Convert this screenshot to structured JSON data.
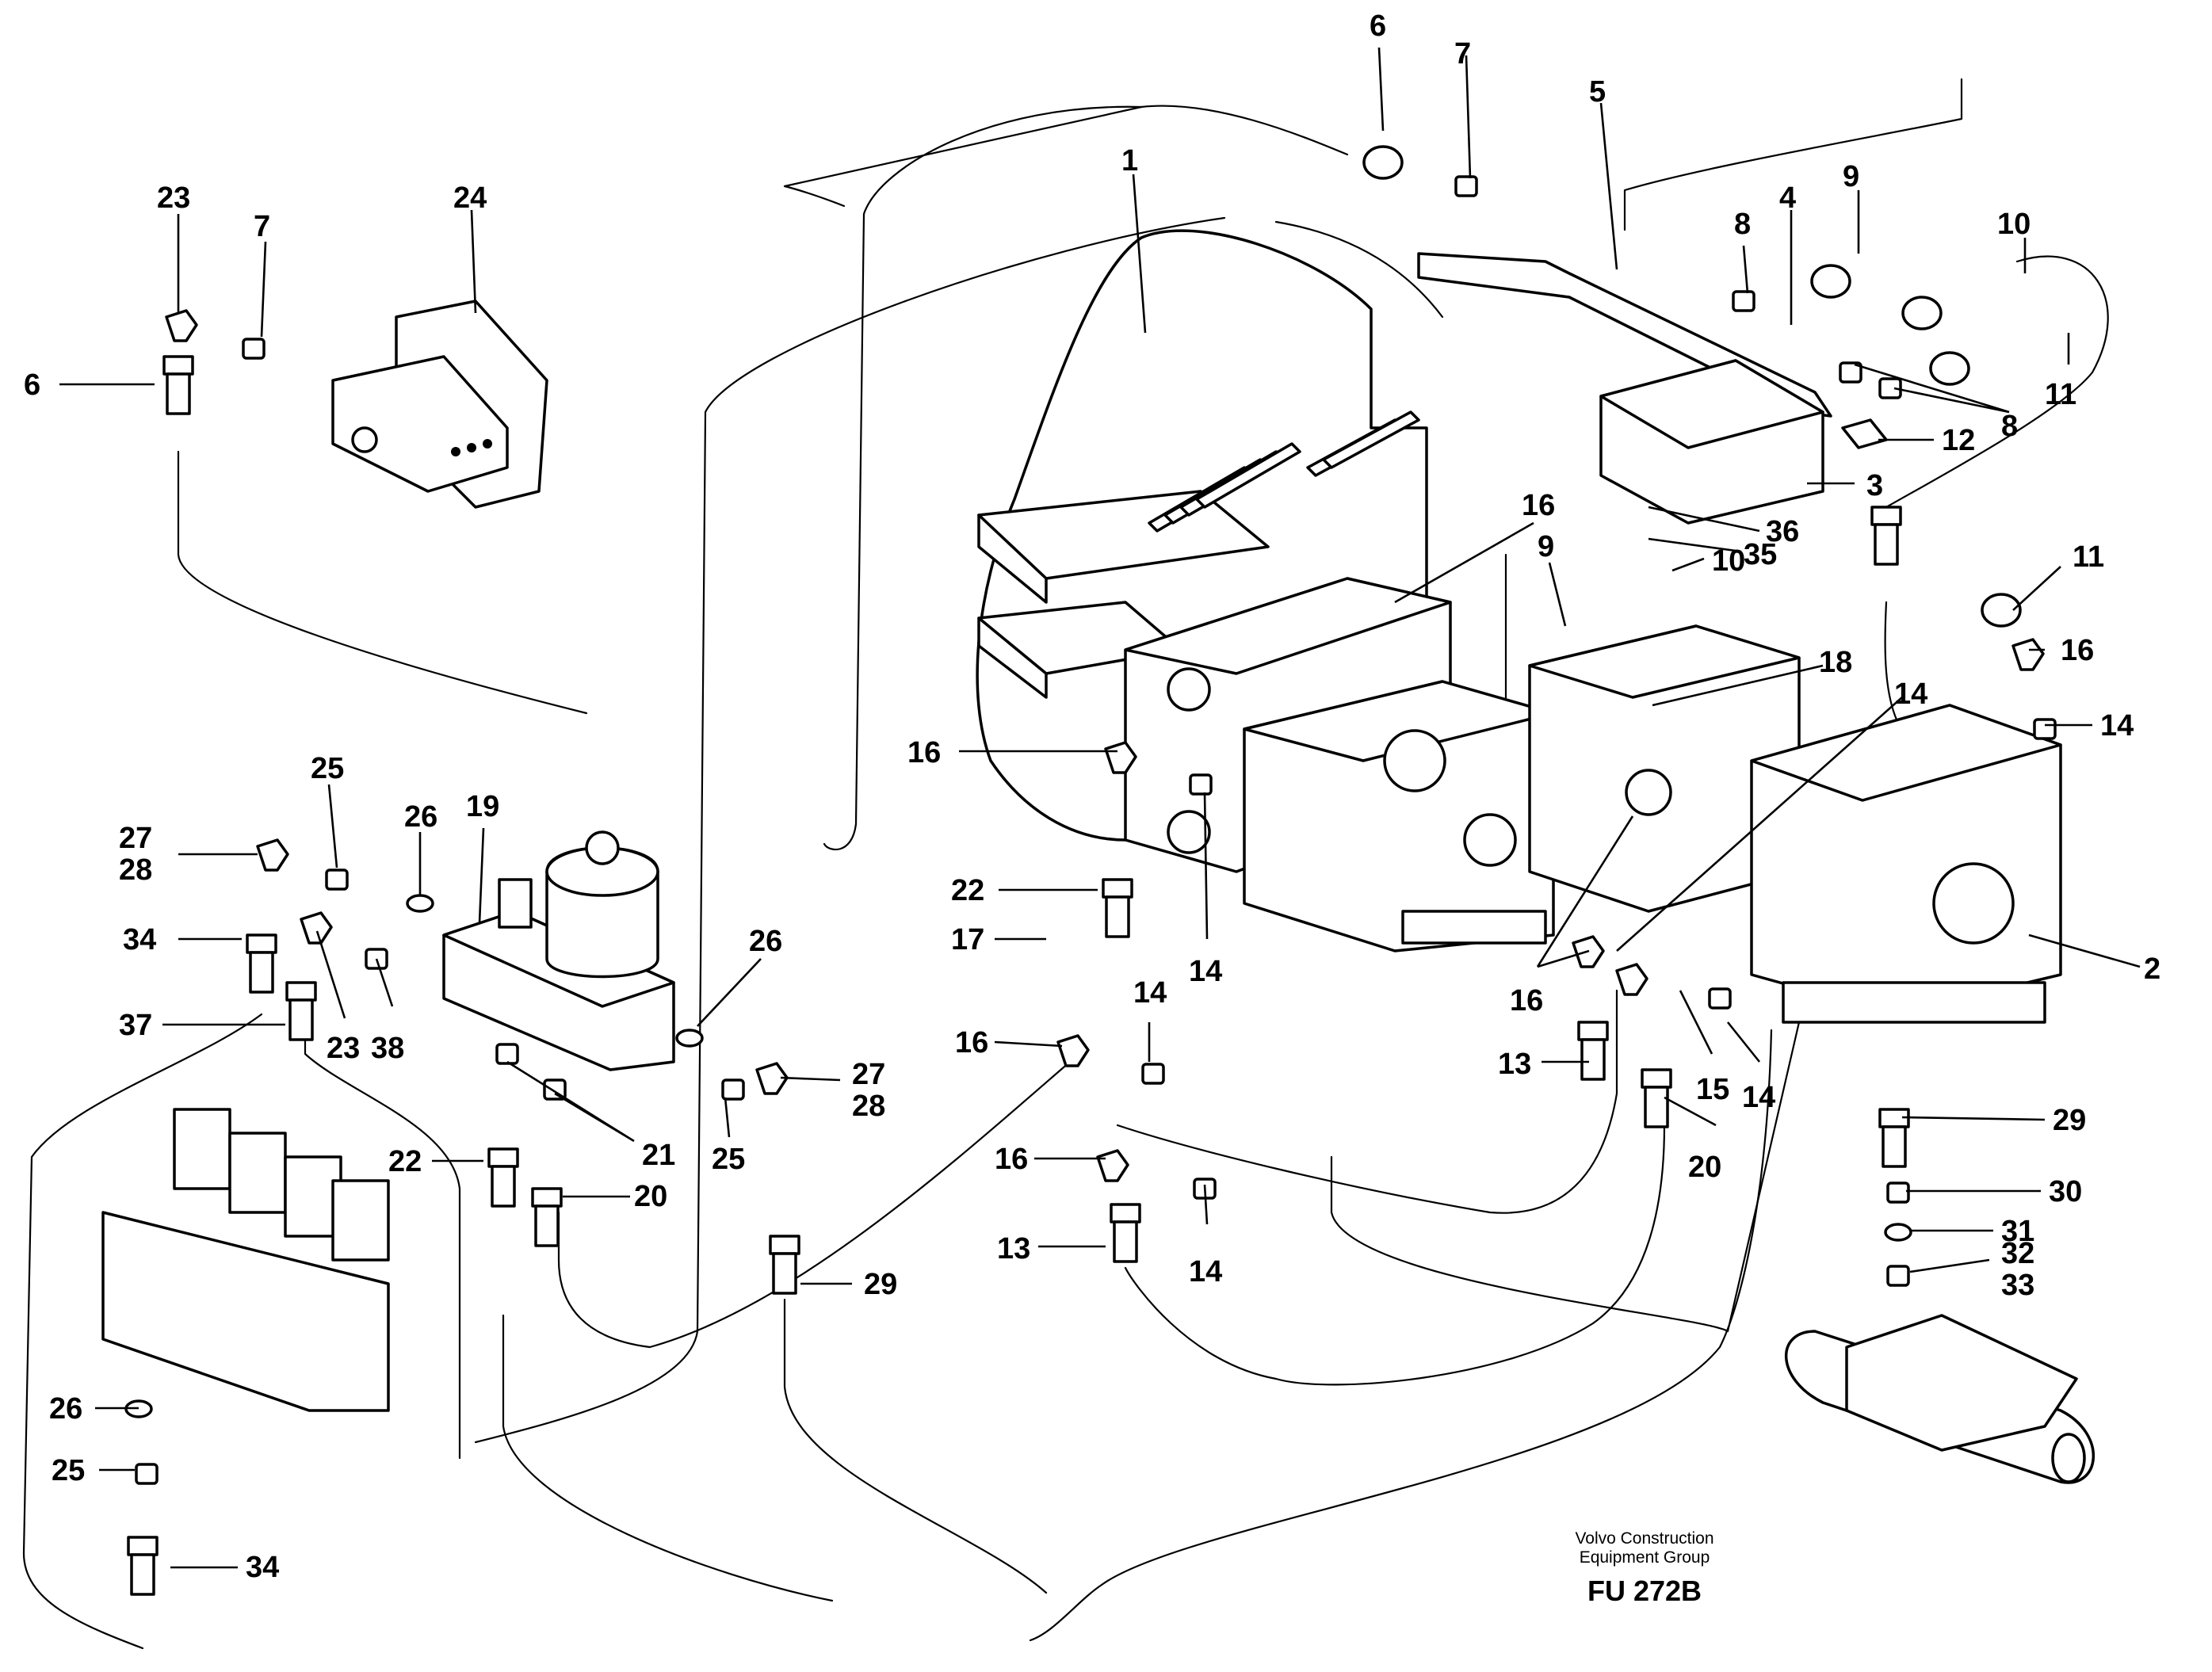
{
  "callouts": [
    {
      "id": "c1",
      "text": "1"
    },
    {
      "id": "c2",
      "text": "2"
    },
    {
      "id": "c3",
      "text": "3"
    },
    {
      "id": "c4",
      "text": "4"
    },
    {
      "id": "c5",
      "text": "5"
    },
    {
      "id": "c6a",
      "text": "6"
    },
    {
      "id": "c6b",
      "text": "6"
    },
    {
      "id": "c7a",
      "text": "7"
    },
    {
      "id": "c7b",
      "text": "7"
    },
    {
      "id": "c8a",
      "text": "8"
    },
    {
      "id": "c8b",
      "text": "8"
    },
    {
      "id": "c9a",
      "text": "9"
    },
    {
      "id": "c9b",
      "text": "9"
    },
    {
      "id": "c10a",
      "text": "10"
    },
    {
      "id": "c10b",
      "text": "10"
    },
    {
      "id": "c11a",
      "text": "11"
    },
    {
      "id": "c11b",
      "text": "11"
    },
    {
      "id": "c12",
      "text": "12"
    },
    {
      "id": "c13a",
      "text": "13"
    },
    {
      "id": "c13b",
      "text": "13"
    },
    {
      "id": "c14a",
      "text": "14"
    },
    {
      "id": "c14b",
      "text": "14"
    },
    {
      "id": "c14c",
      "text": "14"
    },
    {
      "id": "c14d",
      "text": "14"
    },
    {
      "id": "c14e",
      "text": "14"
    },
    {
      "id": "c14f",
      "text": "14"
    },
    {
      "id": "c15",
      "text": "15"
    },
    {
      "id": "c16a",
      "text": "16"
    },
    {
      "id": "c16b",
      "text": "16"
    },
    {
      "id": "c16c",
      "text": "16"
    },
    {
      "id": "c16d",
      "text": "16"
    },
    {
      "id": "c16e",
      "text": "16"
    },
    {
      "id": "c16f",
      "text": "16"
    },
    {
      "id": "c17",
      "text": "17"
    },
    {
      "id": "c18",
      "text": "18"
    },
    {
      "id": "c19",
      "text": "19"
    },
    {
      "id": "c20a",
      "text": "20"
    },
    {
      "id": "c20b",
      "text": "20"
    },
    {
      "id": "c21",
      "text": "21"
    },
    {
      "id": "c22a",
      "text": "22"
    },
    {
      "id": "c22b",
      "text": "22"
    },
    {
      "id": "c23a",
      "text": "23"
    },
    {
      "id": "c23b",
      "text": "23"
    },
    {
      "id": "c24",
      "text": "24"
    },
    {
      "id": "c25a",
      "text": "25"
    },
    {
      "id": "c25b",
      "text": "25"
    },
    {
      "id": "c25c",
      "text": "25"
    },
    {
      "id": "c26a",
      "text": "26"
    },
    {
      "id": "c26b",
      "text": "26"
    },
    {
      "id": "c26c",
      "text": "26"
    },
    {
      "id": "c27a",
      "text": "27"
    },
    {
      "id": "c27b",
      "text": "27"
    },
    {
      "id": "c28a",
      "text": "28"
    },
    {
      "id": "c28b",
      "text": "28"
    },
    {
      "id": "c29a",
      "text": "29"
    },
    {
      "id": "c29b",
      "text": "29"
    },
    {
      "id": "c30",
      "text": "30"
    },
    {
      "id": "c31",
      "text": "31"
    },
    {
      "id": "c32",
      "text": "32"
    },
    {
      "id": "c33",
      "text": "33"
    },
    {
      "id": "c34a",
      "text": "34"
    },
    {
      "id": "c34b",
      "text": "34"
    },
    {
      "id": "c35",
      "text": "35"
    },
    {
      "id": "c36",
      "text": "36"
    },
    {
      "id": "c37",
      "text": "37"
    },
    {
      "id": "c38",
      "text": "38"
    }
  ],
  "footer": {
    "brand_line1": "Volvo Construction",
    "brand_line2": "Equipment Group",
    "code": "FU 272B"
  }
}
